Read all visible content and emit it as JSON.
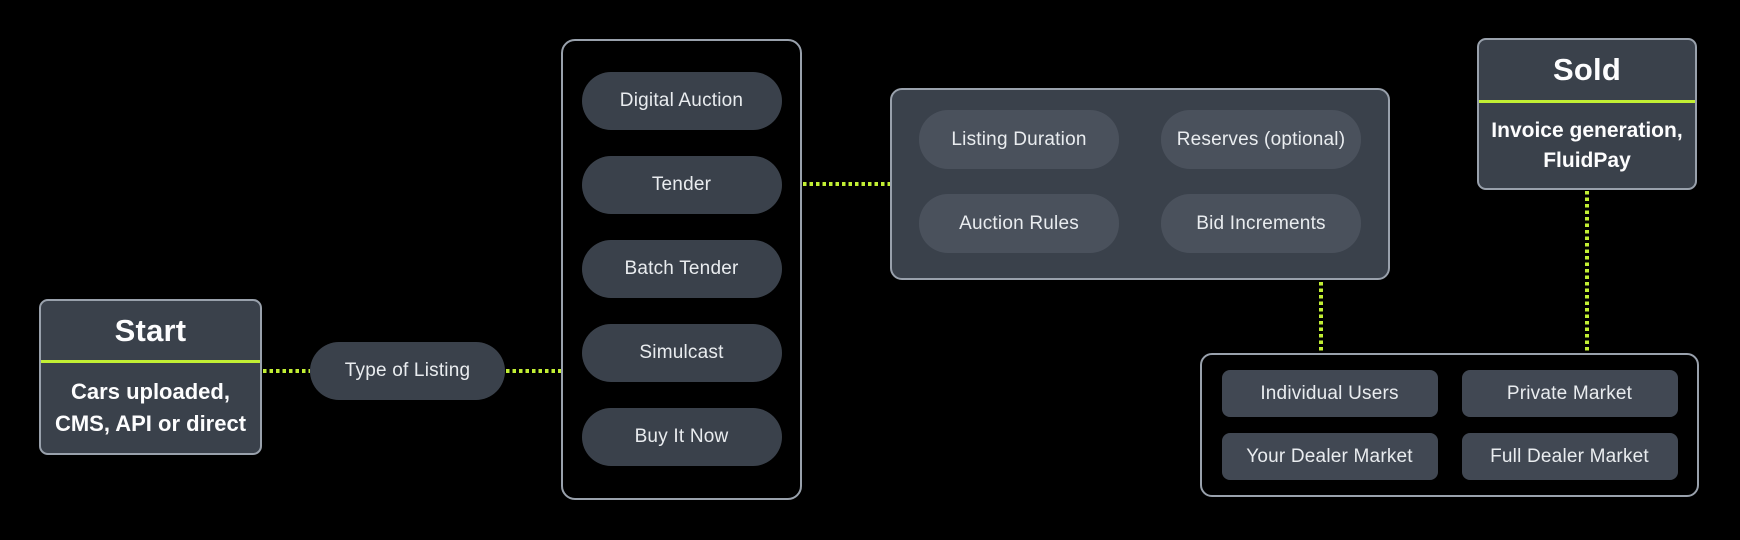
{
  "colors": {
    "background": "#000000",
    "node-fill": "#3a414b",
    "node-fill-light": "#4a515c",
    "market-fill": "#414853",
    "border": "#99a1ac",
    "accent": "#c2ef34",
    "text": "#e9ecef",
    "text-bright": "#fdfdfe"
  },
  "start": {
    "title": "Start",
    "line1": "Cars uploaded,",
    "line2": "CMS, API or direct"
  },
  "type_of_listing": {
    "label": "Type of Listing"
  },
  "listing_types": {
    "items": [
      "Digital Auction",
      "Tender",
      "Batch Tender",
      "Simulcast",
      "Buy It Now"
    ]
  },
  "auction_settings": {
    "items": [
      "Listing Duration",
      "Reserves (optional)",
      "Auction Rules",
      "Bid Increments"
    ]
  },
  "markets": {
    "items": [
      "Individual Users",
      "Private Market",
      "Your Dealer Market",
      "Full Dealer Market"
    ]
  },
  "sold": {
    "title": "Sold",
    "line1": "Invoice generation,",
    "line2": "FluidPay"
  }
}
